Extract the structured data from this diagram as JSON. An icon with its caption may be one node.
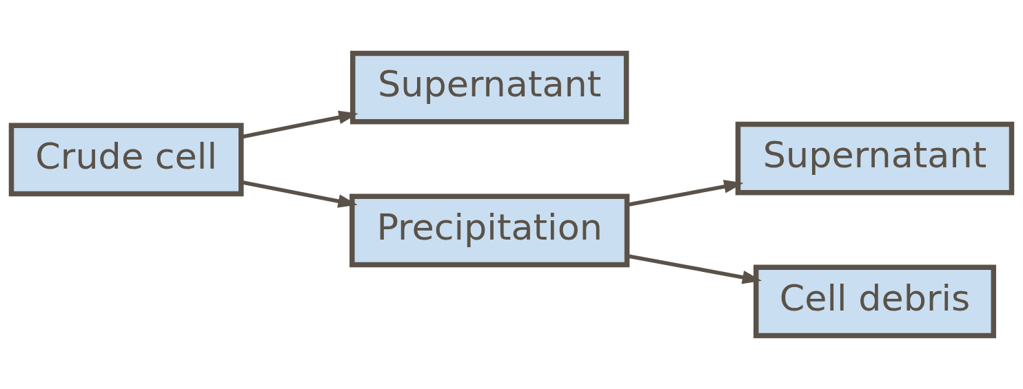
{
  "diagram": {
    "nodes": [
      {
        "text": [
          "Crude cell"
        ]
      },
      {
        "text": [
          "Supernatant"
        ]
      },
      {
        "text": [
          "Precipitation"
        ]
      },
      {
        "text": [
          "Supernatant"
        ]
      },
      {
        "text": [
          "Cell debris"
        ]
      }
    ],
    "edges": [
      {
        "from": 0,
        "to": 1,
        "arrow": "to"
      },
      {
        "from": 0,
        "to": 2,
        "arrow": "to"
      },
      {
        "from": 2,
        "to": 3,
        "arrow": "to"
      },
      {
        "from": 2,
        "to": 4,
        "arrow": "to"
      }
    ]
  }
}
